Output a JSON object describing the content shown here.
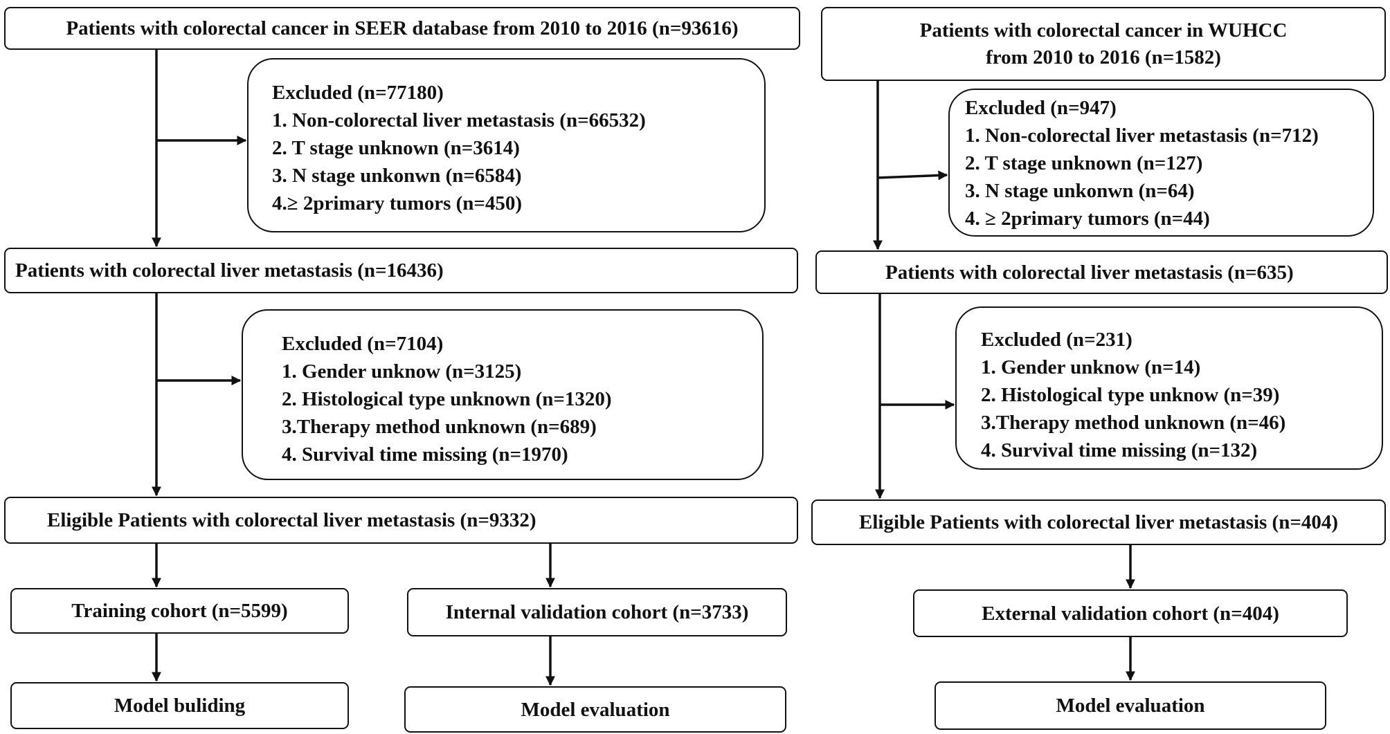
{
  "left": {
    "start": "Patients with colorectal cancer in SEER database from 2010 to 2016 (n=93616)",
    "excluded1": {
      "title": "Excluded (n=77180)",
      "items": [
        "1. Non-colorectal liver metastasis (n=66532)",
        "2. T stage unknown (n=3614)",
        "3. N stage unkonwn (n=6584)",
        "4.≥ 2primary tumors (n=450)"
      ]
    },
    "clm": "Patients with colorectal liver metastasis (n=16436)",
    "excluded2": {
      "title": "Excluded (n=7104)",
      "items": [
        "1. Gender  unknow (n=3125)",
        "2. Histological type unknown (n=1320)",
        "3.Therapy method unknown (n=689)",
        "4. Survival time missing (n=1970)"
      ]
    },
    "eligible": "Eligible Patients with colorectal liver metastasis (n=9332)",
    "training": "Training cohort (n=5599)",
    "internal": "Internal validation cohort (n=3733)",
    "model_building": "Model buliding",
    "model_evaluation": "Model evaluation"
  },
  "right": {
    "start_line1": "Patients with colorectal cancer in WUHCC",
    "start_line2": "from 2010 to 2016 (n=1582)",
    "excluded1": {
      "title": "Excluded (n=947)",
      "items": [
        "1. Non-colorectal liver metastasis (n=712)",
        "2. T stage unknown (n=127)",
        "3. N stage unkonwn (n=64)",
        "4. ≥ 2primary tumors (n=44)"
      ]
    },
    "clm": "Patients with colorectal liver metastasis (n=635)",
    "excluded2": {
      "title": "Excluded (n=231)",
      "items": [
        "1. Gender  unknow (n=14)",
        "2. Histological type unknow (n=39)",
        "3.Therapy method unknown (n=46)",
        "4. Survival time missing (n=132)"
      ]
    },
    "eligible": "Eligible Patients with colorectal liver metastasis (n=404)",
    "external": "External validation cohort (n=404)",
    "model_evaluation": "Model evaluation"
  }
}
